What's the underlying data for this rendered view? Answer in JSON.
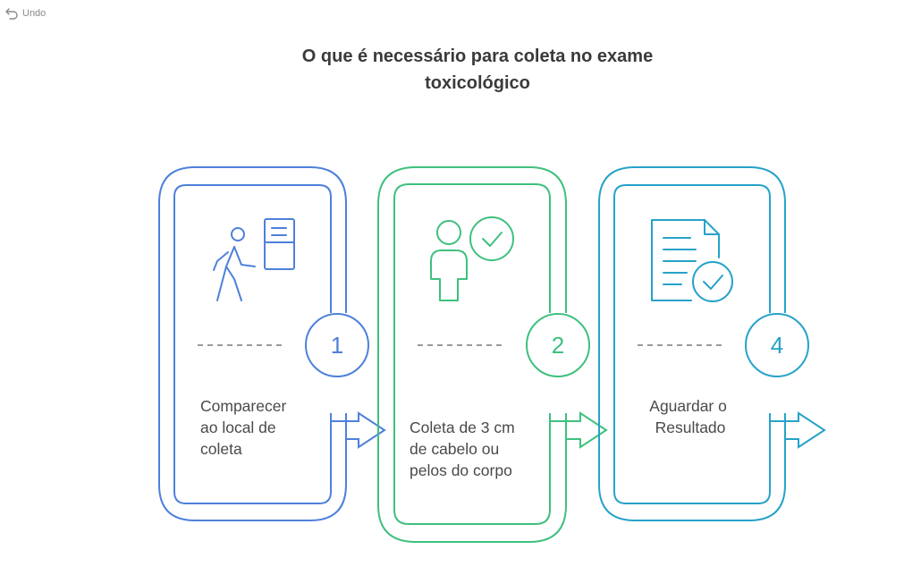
{
  "toolbar": {
    "undo_label": "Undo",
    "undo_icon": "undo-arrow-icon"
  },
  "title": {
    "line1": "O que é necessário para coleta no exame",
    "line2": "toxicológico"
  },
  "steps": [
    {
      "number": "1",
      "text_lines": [
        "Comparecer",
        "ao local de",
        "coleta"
      ],
      "color": "#4e80db",
      "icon": "walking-person-to-door-icon"
    },
    {
      "number": "2",
      "text_lines": [
        "Coleta de 3 cm",
        "de cabelo ou",
        "pelos do corpo"
      ],
      "color": "#3fc07e",
      "icon": "person-check-icon"
    },
    {
      "number": "4",
      "text_lines": [
        "Aguardar o",
        "Resultado"
      ],
      "color": "#27a2c9",
      "icon": "document-check-icon"
    }
  ]
}
